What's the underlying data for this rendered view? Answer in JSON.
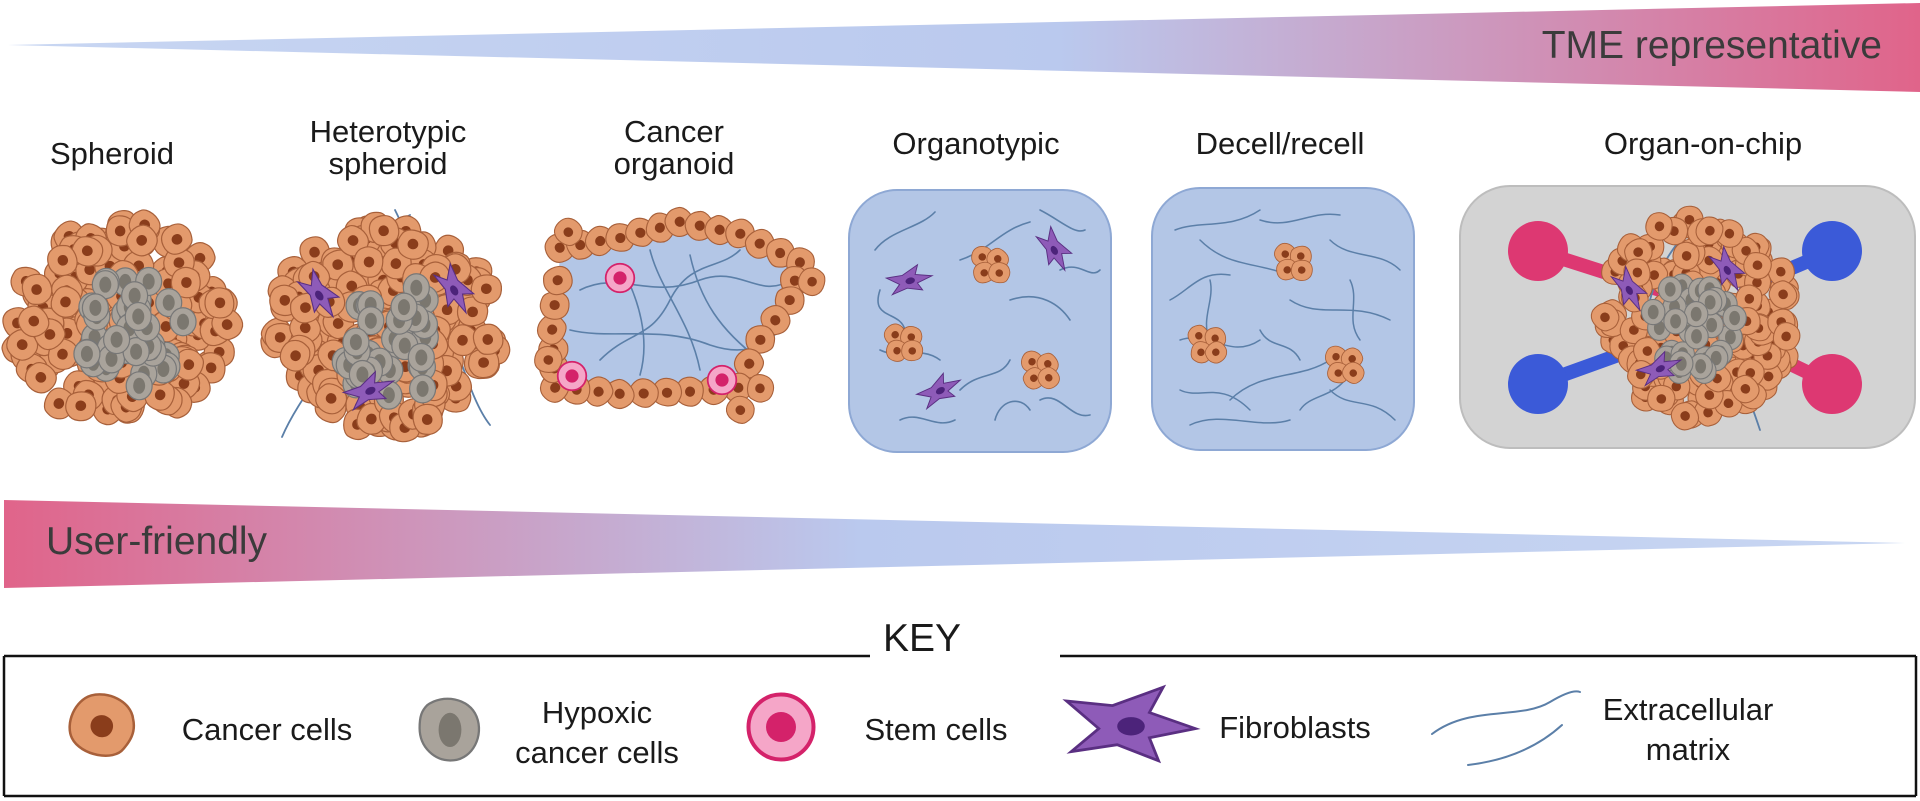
{
  "top_gradient": {
    "label": "TME representative",
    "colors": [
      "#c8d6f2",
      "#e0648a"
    ]
  },
  "bottom_gradient": {
    "label": "User-friendly",
    "colors": [
      "#e0648a",
      "#c8d6f2"
    ]
  },
  "models": [
    {
      "id": "spheroid",
      "label": "Spheroid"
    },
    {
      "id": "heterotypic-spheroid",
      "label": "Heterotypic\nspheroid"
    },
    {
      "id": "cancer-organoid",
      "label": "Cancer\norganoid"
    },
    {
      "id": "organotypic",
      "label": "Organotypic"
    },
    {
      "id": "decell-recell",
      "label": "Decell/recell"
    },
    {
      "id": "organ-on-chip",
      "label": "Organ-on-chip"
    }
  ],
  "key": {
    "title": "KEY",
    "items": [
      {
        "id": "cancer-cells",
        "label": "Cancer cells"
      },
      {
        "id": "hypoxic-cancer-cells",
        "label": "Hypoxic\ncancer cells"
      },
      {
        "id": "stem-cells",
        "label": "Stem cells"
      },
      {
        "id": "fibroblasts",
        "label": "Fibroblasts"
      },
      {
        "id": "extracellular-matrix",
        "label": "Extracellular\nmatrix"
      }
    ]
  },
  "colors": {
    "cancer_cell": "#e39a6c",
    "cancer_nucleus": "#8a3d1b",
    "hypoxic_cell": "#a9a39b",
    "hypoxic_nucleus": "#7b776f",
    "stem_outer": "#f5a6c8",
    "stem_inner": "#d4226a",
    "fibroblast": "#8e5bb8",
    "fibroblast_nucleus": "#4c237a",
    "matrix_fiber": "#5b7fa8",
    "matrix_fill": "#b3c6e6",
    "chip_fill": "#d3d3d3",
    "chip_pink": "#dd3872",
    "chip_blue": "#3b5ad8"
  }
}
